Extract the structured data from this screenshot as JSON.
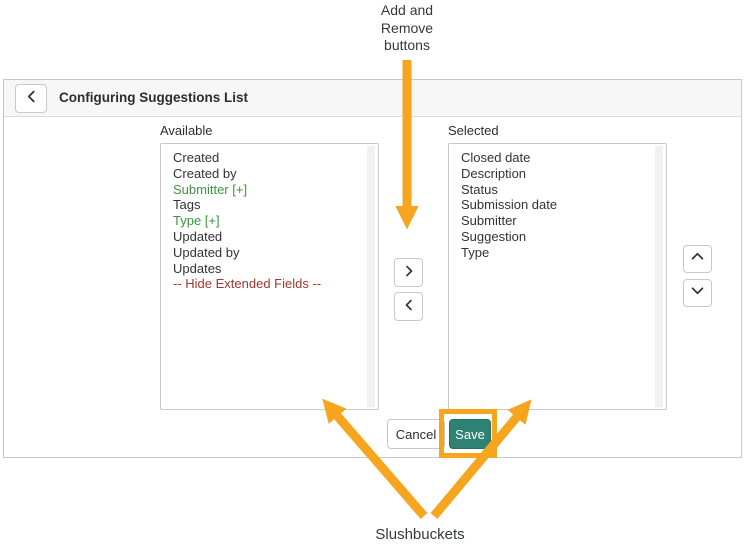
{
  "annotations": {
    "accent_color": "#F6A51E",
    "top_label": "Add and\nRemove\nbuttons",
    "bottom_label": "Slushbuckets"
  },
  "colors": {
    "save_button_bg": "#2D8273",
    "reference_field_text": "#3A963A",
    "action_item_text": "#A13732",
    "normal_item_text": "#333333"
  },
  "icons": {
    "back": "chevron-left-icon",
    "add": "chevron-right-icon",
    "remove": "chevron-left-icon",
    "move_up": "chevron-up-icon",
    "move_down": "chevron-down-icon"
  },
  "panel": {
    "header": {
      "title": "Configuring Suggestions List"
    },
    "available": {
      "label": "Available",
      "items": [
        {
          "text": "Created",
          "color": "#333333"
        },
        {
          "text": "Created by",
          "color": "#333333"
        },
        {
          "text": "Submitter [+]",
          "color": "#3A963A"
        },
        {
          "text": "Tags",
          "color": "#333333"
        },
        {
          "text": "Type [+]",
          "color": "#3A963A"
        },
        {
          "text": "Updated",
          "color": "#333333"
        },
        {
          "text": "Updated by",
          "color": "#333333"
        },
        {
          "text": "Updates",
          "color": "#333333"
        },
        {
          "text": "-- Hide Extended Fields --",
          "color": "#A13732"
        }
      ]
    },
    "selected": {
      "label": "Selected",
      "items": [
        {
          "text": "Closed date",
          "color": "#333333"
        },
        {
          "text": "Description",
          "color": "#333333"
        },
        {
          "text": "Status",
          "color": "#333333"
        },
        {
          "text": "Submission date",
          "color": "#333333"
        },
        {
          "text": "Submitter",
          "color": "#333333"
        },
        {
          "text": "Suggestion",
          "color": "#333333"
        },
        {
          "text": "Type",
          "color": "#333333"
        }
      ]
    },
    "footer": {
      "cancel_label": "Cancel",
      "save_label": "Save",
      "save_bg": "#2D8273"
    }
  }
}
